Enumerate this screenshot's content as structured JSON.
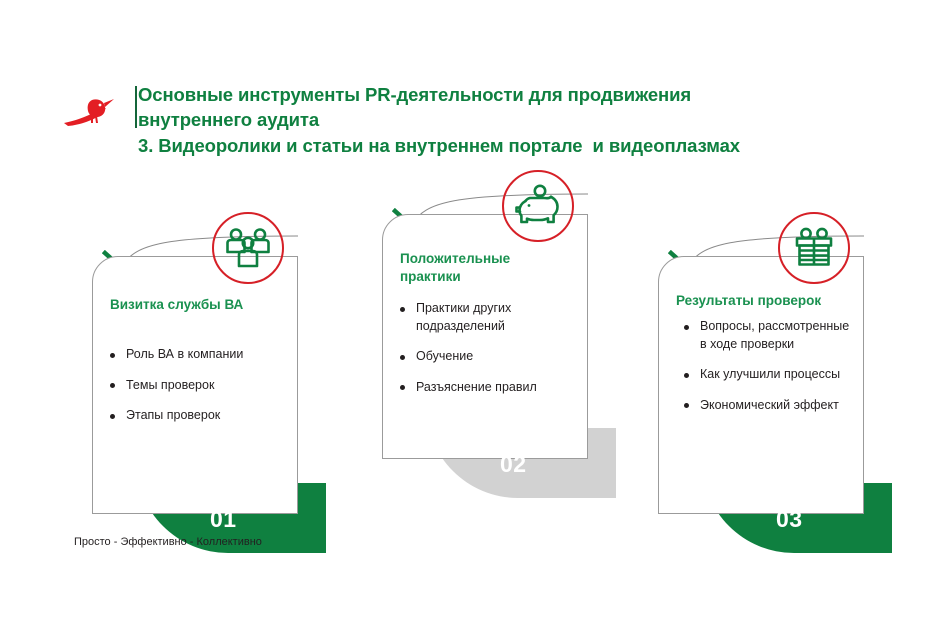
{
  "brand": {
    "logo_icon": "red-bird-logo",
    "accent_green": "#0f8040",
    "heading_green": "#1a9150",
    "circle_red": "#d62027",
    "gray_shape": "#d2d2d2",
    "text_dark": "#231f20"
  },
  "header": {
    "title_line_1": "Основные инструменты PR-деятельности для продвижения",
    "title_line_2": "внутреннего аудита",
    "title_line_3": "3. Видеоролики и статьи на внутреннем портале  и видеоплазмах"
  },
  "cards": [
    {
      "number": "01",
      "heading": "Визитка службы ВА",
      "icon": "people-group-icon",
      "shape_color": "#0f8040",
      "bullets": [
        "Роль ВА в компании",
        "Темы проверок",
        "Этапы проверок"
      ]
    },
    {
      "number": "02",
      "heading": "Положительные практики",
      "icon": "piggy-bank-icon",
      "shape_color": "#d2d2d2",
      "bullets": [
        "Практики других подразделений",
        "Обучение",
        "Разъяснение правил"
      ]
    },
    {
      "number": "03",
      "heading": "Результаты проверок",
      "icon": "gift-box-icon",
      "shape_color": "#0f8040",
      "bullets": [
        "Вопросы, рассмотренные в ходе проверки",
        "Как улучшили процессы",
        "Экономический эффект"
      ]
    }
  ],
  "footer": {
    "tagline": "Просто - Эффективно - Коллективно"
  }
}
